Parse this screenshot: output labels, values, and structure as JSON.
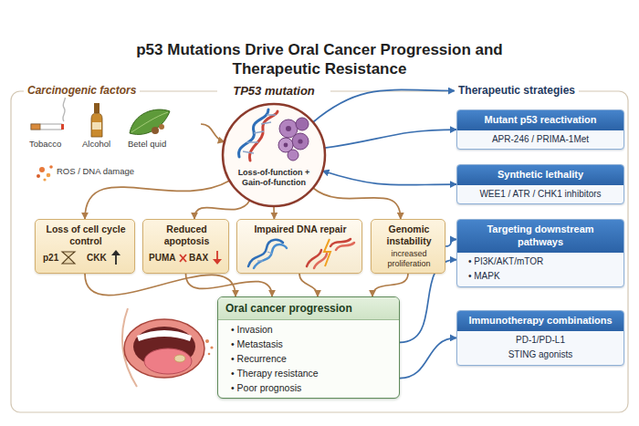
{
  "diagram": {
    "title": "p53 Mutations Drive Oral Cancer Progression and Therapeutic Resistance",
    "nodes": [
      {
        "text": [
          "Carcinogenic factors"
        ]
      },
      {
        "text": [
          "TP53 mutation",
          "Loss-of-function + Gain-of-function"
        ]
      },
      {
        "text": [
          "Therapeutic strategies"
        ]
      },
      {
        "text": [
          "Mutant p53 reactivation",
          "APR-246 / PRIMA-1Met"
        ],
        "in": 2
      },
      {
        "text": [
          "Synthetic lethality",
          "WEE1 / ATR / CHK1 inhibitors"
        ],
        "in": 2
      },
      {
        "text": [
          "Targeting downstream pathways",
          "• PI3K/AKT/mTOR",
          "• MAPK"
        ],
        "in": 2
      },
      {
        "text": [
          "Immunotherapy combinations",
          "PD-1/PD-L1",
          "STING agonists"
        ],
        "in": 2
      },
      {
        "text": [
          "Loss of cell cycle control",
          "p21",
          "CKK"
        ]
      },
      {
        "text": [
          "Reduced apoptosis",
          "PUMA",
          "BAX"
        ]
      },
      {
        "text": [
          "Impaired DNA repair"
        ]
      },
      {
        "text": [
          "Genomic instability",
          "increased proliferation"
        ]
      },
      {
        "text": [
          "Oral cancer progression",
          "• Invasion",
          "• Metastasis",
          "• Recurrence",
          "• Therapy resistance",
          "• Poor prognosis"
        ]
      }
    ],
    "edges": [
      {
        "from": 0,
        "to": 1,
        "arrow": "to"
      },
      {
        "from": 1,
        "to": 2,
        "arrow": "to"
      },
      {
        "from": 1,
        "to": 3,
        "arrow": "to"
      },
      {
        "from": 1,
        "to": 4,
        "arrow": "both"
      },
      {
        "from": 1,
        "to": 7,
        "arrow": "to"
      },
      {
        "from": 1,
        "to": 8,
        "arrow": "to"
      },
      {
        "from": 1,
        "to": 9,
        "arrow": "to"
      },
      {
        "from": 1,
        "to": 10,
        "arrow": "to"
      },
      {
        "from": 7,
        "to": 11,
        "arrow": "to"
      },
      {
        "from": 8,
        "to": 11,
        "arrow": "to"
      },
      {
        "from": 9,
        "to": 11,
        "arrow": "to"
      },
      {
        "from": 10,
        "to": 11,
        "arrow": "to"
      },
      {
        "from": 11,
        "to": 5,
        "arrow": "to"
      },
      {
        "from": 11,
        "to": 6,
        "arrow": "to"
      },
      {
        "from": 10,
        "to": 5,
        "arrow": "to"
      }
    ],
    "labels": [
      "Tobacco",
      "Alcohol",
      "Betel quid",
      "ROS / DNA damage"
    ]
  }
}
